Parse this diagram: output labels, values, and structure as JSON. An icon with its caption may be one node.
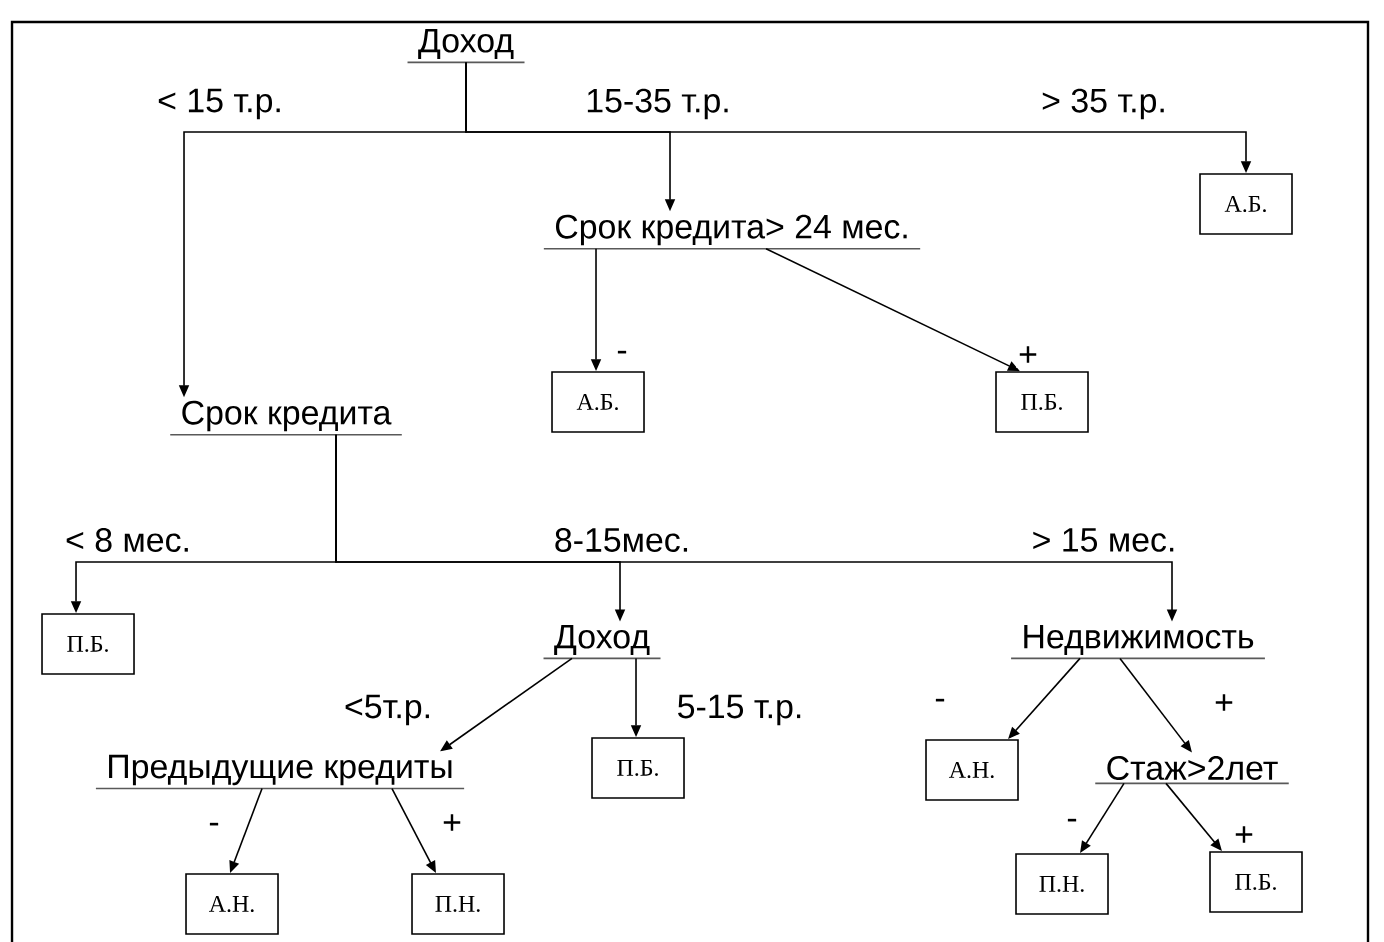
{
  "diagram": {
    "nodes": [
      {
        "text": [
          "Доход"
        ]
      },
      {
        "text": [
          "Срок кредита> 24 мес."
        ]
      },
      {
        "text": [
          "А.Б."
        ]
      },
      {
        "text": [
          "Срок кредита"
        ]
      },
      {
        "text": [
          "А.Б."
        ]
      },
      {
        "text": [
          "П.Б."
        ]
      },
      {
        "text": [
          "П.Б."
        ]
      },
      {
        "text": [
          "Доход"
        ]
      },
      {
        "text": [
          "Недвижимость"
        ]
      },
      {
        "text": [
          "Предыдущие кредиты"
        ]
      },
      {
        "text": [
          "П.Б."
        ]
      },
      {
        "text": [
          "А.Н."
        ]
      },
      {
        "text": [
          "Стаж>2лет"
        ]
      },
      {
        "text": [
          "А.Н."
        ]
      },
      {
        "text": [
          "П.Н."
        ]
      },
      {
        "text": [
          "П.Н."
        ]
      },
      {
        "text": [
          "П.Б."
        ]
      }
    ],
    "edges": [
      {
        "from": 0,
        "to": 3,
        "arrow": "to",
        "label": "< 15 т.р."
      },
      {
        "from": 0,
        "to": 1,
        "arrow": "to",
        "label": "15-35 т.р."
      },
      {
        "from": 0,
        "to": 2,
        "arrow": "to",
        "label": "> 35 т.р."
      },
      {
        "from": 1,
        "to": 4,
        "arrow": "to",
        "label": "-"
      },
      {
        "from": 1,
        "to": 5,
        "arrow": "to",
        "label": "+"
      },
      {
        "from": 3,
        "to": 6,
        "arrow": "to",
        "label": "< 8 мес."
      },
      {
        "from": 3,
        "to": 7,
        "arrow": "to",
        "label": "8-15мес."
      },
      {
        "from": 3,
        "to": 8,
        "arrow": "to",
        "label": "> 15 мес."
      },
      {
        "from": 7,
        "to": 9,
        "arrow": "to",
        "label": "<5т.р."
      },
      {
        "from": 7,
        "to": 10,
        "arrow": "to",
        "label": "5-15 т.р."
      },
      {
        "from": 8,
        "to": 11,
        "arrow": "to",
        "label": "-"
      },
      {
        "from": 8,
        "to": 12,
        "arrow": "to",
        "label": "+"
      },
      {
        "from": 9,
        "to": 13,
        "arrow": "to",
        "label": "-"
      },
      {
        "from": 9,
        "to": 14,
        "arrow": "to",
        "label": "+"
      },
      {
        "from": 12,
        "to": 15,
        "arrow": "to",
        "label": "-"
      },
      {
        "from": 12,
        "to": 16,
        "arrow": "to",
        "label": "+"
      }
    ]
  }
}
